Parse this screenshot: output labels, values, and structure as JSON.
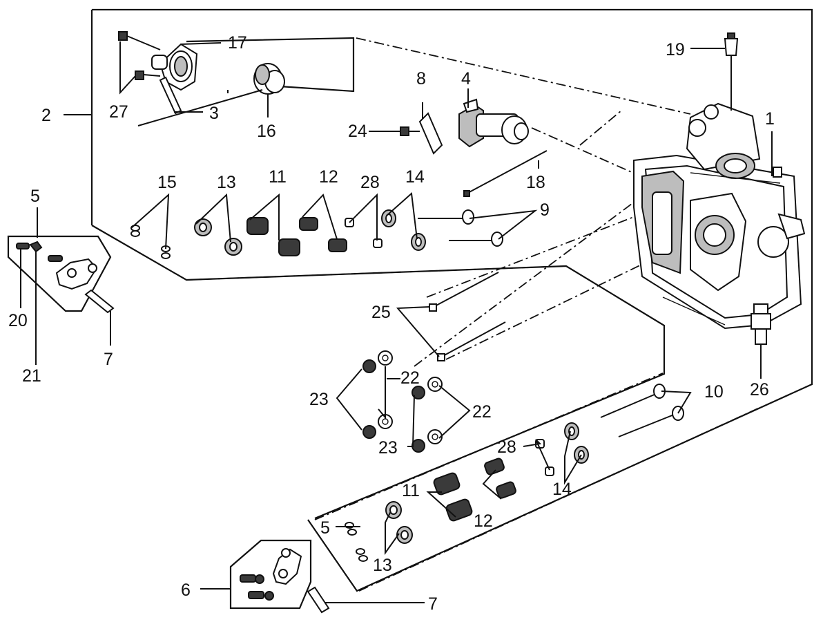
{
  "callouts": {
    "c1": "1",
    "c2": "2",
    "c3": "3",
    "c4": "4",
    "c5a": "5",
    "c5b": "5",
    "c6": "6",
    "c7a": "7",
    "c7b": "7",
    "c8": "8",
    "c9": "9",
    "c10": "10",
    "c11a": "11",
    "c11b": "11",
    "c12a": "12",
    "c12b": "12",
    "c13a": "13",
    "c13b": "13",
    "c14a": "14",
    "c14b": "14",
    "c15": "15",
    "c16": "16",
    "c17": "17",
    "c18": "18",
    "c19": "19",
    "c20": "20",
    "c21": "21",
    "c22a": "22",
    "c22b": "22",
    "c23a": "23",
    "c23b": "23",
    "c24": "24",
    "c25": "25",
    "c26": "26",
    "c27": "27",
    "c28a": "28",
    "c28b": "28"
  }
}
